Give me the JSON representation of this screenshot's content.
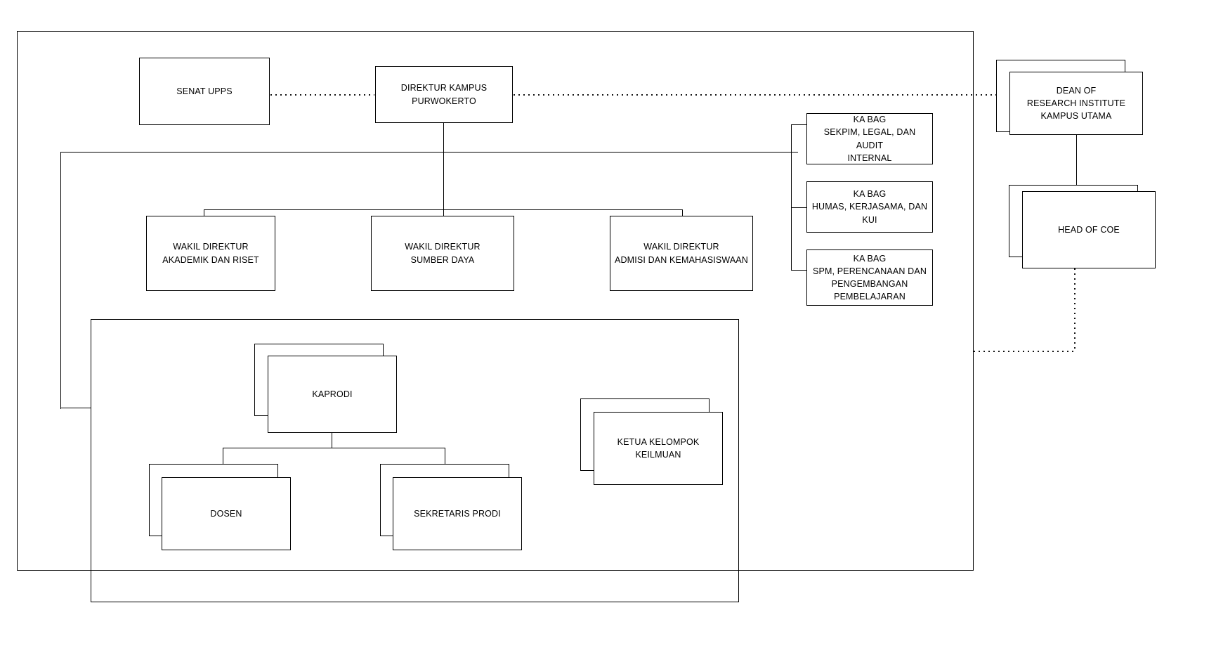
{
  "diagram": {
    "type": "organizational-chart",
    "title": "",
    "background_color": "#ffffff",
    "line_color": "#000000",
    "text_color": "#000000"
  },
  "nodes": {
    "senat_upps": {
      "label": "SENAT UPPS",
      "stacked": false
    },
    "direktur_kampus": {
      "label": "DIREKTUR KAMPUS\nPURWOKERTO",
      "stacked": false
    },
    "ka_bag_sekpim": {
      "label": "KA BAG\nSEKPIM, LEGAL, DAN AUDIT\nINTERNAL",
      "stacked": false
    },
    "ka_bag_humas": {
      "label": "KA BAG\nHUMAS, KERJASAMA, DAN\nKUI",
      "stacked": false
    },
    "ka_bag_spm": {
      "label": "KA BAG\nSPM, PERENCANAAN DAN\nPENGEMBANGAN\nPEMBELAJARAN",
      "stacked": false
    },
    "wakil_akademik": {
      "label": "WAKIL DIREKTUR\nAKADEMIK DAN RISET",
      "stacked": false
    },
    "wakil_sumber_daya": {
      "label": "WAKIL DIREKTUR\nSUMBER DAYA",
      "stacked": false
    },
    "wakil_admisi": {
      "label": "WAKIL DIREKTUR\nADMISI DAN KEMAHASISWAAN",
      "stacked": false
    },
    "kaprodi": {
      "label": "KAPRODI",
      "stacked": true
    },
    "dosen": {
      "label": "DOSEN",
      "stacked": true
    },
    "sekretaris_prodi": {
      "label": "SEKRETARIS PRODI",
      "stacked": true
    },
    "ketua_kelompok_keilmuan": {
      "label": "KETUA KELOMPOK\nKEILMUAN",
      "stacked": true
    },
    "dean_research_institute": {
      "label": "DEAN OF\nRESEARCH INSTITUTE\nKAMPUS UTAMA",
      "stacked": true
    },
    "head_of_coe": {
      "label": "HEAD OF COE",
      "stacked": true
    }
  },
  "groups": {
    "outer_container": {
      "label": ""
    },
    "prodi_container": {
      "label": ""
    }
  },
  "edges": [
    {
      "from": "senat_upps",
      "to": "direktur_kampus",
      "style": "dotted"
    },
    {
      "from": "direktur_kampus",
      "to": "dean_research_institute",
      "style": "dotted"
    },
    {
      "from": "direktur_kampus",
      "to": "wakil_akademik",
      "style": "solid"
    },
    {
      "from": "direktur_kampus",
      "to": "wakil_sumber_daya",
      "style": "solid"
    },
    {
      "from": "direktur_kampus",
      "to": "wakil_admisi",
      "style": "solid"
    },
    {
      "from": "direktur_kampus",
      "to": "ka_bag_sekpim",
      "style": "solid"
    },
    {
      "from": "direktur_kampus",
      "to": "ka_bag_humas",
      "style": "solid"
    },
    {
      "from": "direktur_kampus",
      "to": "ka_bag_spm",
      "style": "solid"
    },
    {
      "from": "wakil_akademik",
      "to": "prodi_container",
      "style": "solid"
    },
    {
      "from": "kaprodi",
      "to": "dosen",
      "style": "solid"
    },
    {
      "from": "kaprodi",
      "to": "sekretaris_prodi",
      "style": "solid"
    },
    {
      "from": "dean_research_institute",
      "to": "head_of_coe",
      "style": "solid"
    },
    {
      "from": "head_of_coe",
      "to": "outer_container",
      "style": "dotted"
    }
  ]
}
